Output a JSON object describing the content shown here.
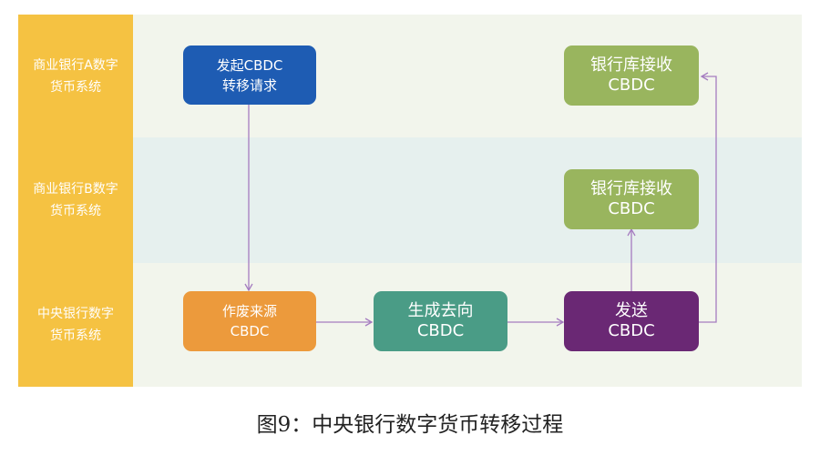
{
  "lanes": [
    {
      "label": "商业银行A数字\n货币系统",
      "label_color": "#f5c242",
      "bg_color": "#f2f5ec"
    },
    {
      "label": "商业银行B数字\n货币系统",
      "label_color": "#f5c242",
      "bg_color": "#e6f0ee"
    },
    {
      "label": "中央银行数字\n货币系统",
      "label_color": "#f5c242",
      "bg_color": "#f2f5ec"
    }
  ],
  "nodes": {
    "transfer_request": {
      "line1": "发起CBDC",
      "line2": "转移请求",
      "color": "#1e5cb3"
    },
    "bank_a_receive": {
      "line1": "银行库接收",
      "line2": "CBDC",
      "color": "#99b55e"
    },
    "bank_b_receive": {
      "line1": "银行库接收",
      "line2": "CBDC",
      "color": "#99b55e"
    },
    "void_source": {
      "line1": "作废来源",
      "line2": "CBDC",
      "color": "#ec9a3c"
    },
    "generate_dest": {
      "line1": "生成去向",
      "line2": "CBDC",
      "color": "#4a9c86"
    },
    "send": {
      "line1": "发送",
      "line2": "CBDC",
      "color": "#6a2874"
    }
  },
  "connector_color": "#a57cc0",
  "caption": "图9：中央银行数字货币转移过程"
}
